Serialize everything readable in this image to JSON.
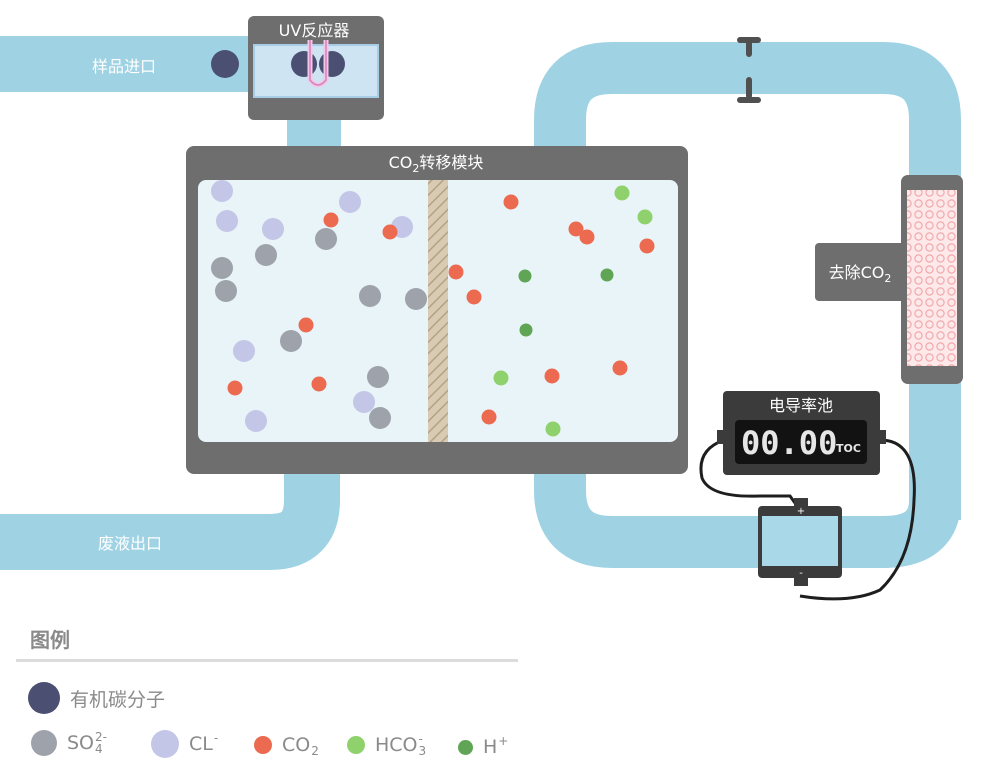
{
  "labels": {
    "uv_reactor": "UV反应器",
    "sample_inlet": "样品进口",
    "waste_outlet": "废液出口",
    "transfer_module_prefix": "CO",
    "transfer_module_sub": "2",
    "transfer_module_suffix": "转移模块",
    "co2_removal_prefix": "去除CO",
    "co2_removal_sub": "2",
    "conductivity_cell": "电导率池",
    "display_value": "00.00",
    "display_unit": "TOC",
    "pump_plus": "+",
    "pump_minus": "-"
  },
  "legend": {
    "title": "图例",
    "organic": "有机碳分子",
    "so4_base": "SO",
    "so4_sub": "4",
    "so4_sup": "2-",
    "cl_base": "CL",
    "cl_sup": "-",
    "co2_base": "CO",
    "co2_sub": "2",
    "hco3_base": "HCO",
    "hco3_sub": "3",
    "hco3_sup": "-",
    "h_base": "H",
    "h_sup": "+"
  },
  "colors": {
    "pipe": "#9fd3e4",
    "housing": "#6e6e6e",
    "chamber": "#e8f4f8",
    "organic": "#4b4f72",
    "so4": "#9ea2ab",
    "cl": "#c3c6e6",
    "co2": "#eb6a50",
    "hco3": "#8fd16c",
    "h": "#5fa555"
  },
  "particles": {
    "organic": [
      [
        225,
        64
      ]
    ],
    "so4": [
      [
        266,
        255
      ],
      [
        222,
        268
      ],
      [
        226,
        291
      ],
      [
        326,
        239
      ],
      [
        370,
        296
      ],
      [
        416,
        299
      ],
      [
        291,
        341
      ],
      [
        378,
        377
      ],
      [
        380,
        418
      ]
    ],
    "cl": [
      [
        222,
        191
      ],
      [
        227,
        221
      ],
      [
        273,
        229
      ],
      [
        350,
        202
      ],
      [
        402,
        227
      ],
      [
        244,
        351
      ],
      [
        364,
        402
      ],
      [
        256,
        421
      ]
    ],
    "co2": [
      [
        331,
        220
      ],
      [
        390,
        232
      ],
      [
        511,
        202
      ],
      [
        576,
        229
      ],
      [
        587,
        237
      ],
      [
        647,
        246
      ],
      [
        456,
        272
      ],
      [
        474,
        297
      ],
      [
        306,
        325
      ],
      [
        235,
        388
      ],
      [
        319,
        384
      ],
      [
        552,
        376
      ],
      [
        620,
        368
      ],
      [
        489,
        417
      ]
    ],
    "hco3": [
      [
        622,
        193
      ],
      [
        645,
        217
      ],
      [
        501,
        378
      ],
      [
        553,
        429
      ]
    ],
    "h": [
      [
        525,
        276
      ],
      [
        607,
        275
      ],
      [
        526,
        330
      ]
    ]
  }
}
